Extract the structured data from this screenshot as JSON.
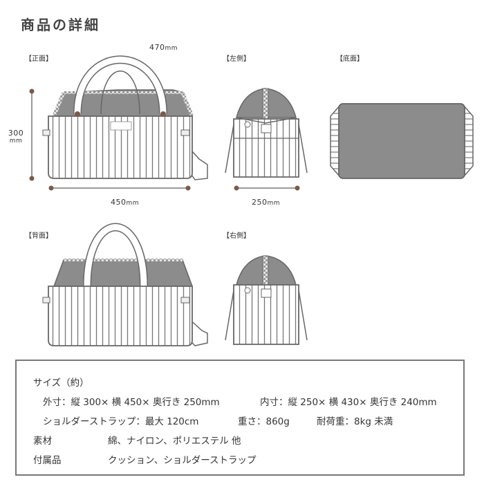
{
  "title": "商品の詳細",
  "views": {
    "front": "【正面】",
    "left": "【左側】",
    "bottom": "【底面】",
    "back": "【背面】",
    "right": "【右側】"
  },
  "dimensions": {
    "handle": {
      "value": "470",
      "unit": "mm"
    },
    "height": {
      "value": "300",
      "unit": "mm"
    },
    "width": {
      "value": "450",
      "unit": "mm"
    },
    "depth": {
      "value": "250",
      "unit": "mm"
    }
  },
  "spec": {
    "size_heading": "サイズ（約）",
    "outer": "外寸：縦 300× 横 450× 奥行き 250mm",
    "inner": "内寸：縦 250× 横 430× 奥行き 240mm",
    "strap": "ショルダーストラップ：最大 120cm",
    "weight": "重さ：860g",
    "load": "耐荷重：8kg 未満",
    "material_label": "素材",
    "material_value": "綿、ナイロン、ポリエステル 他",
    "accessories_label": "付属品",
    "accessories_value": "クッション、ショルダーストラップ"
  },
  "colors": {
    "outline": "#666666",
    "fill_gray": "#8c8c8c",
    "stripe": "#777777",
    "border": "#777777"
  }
}
